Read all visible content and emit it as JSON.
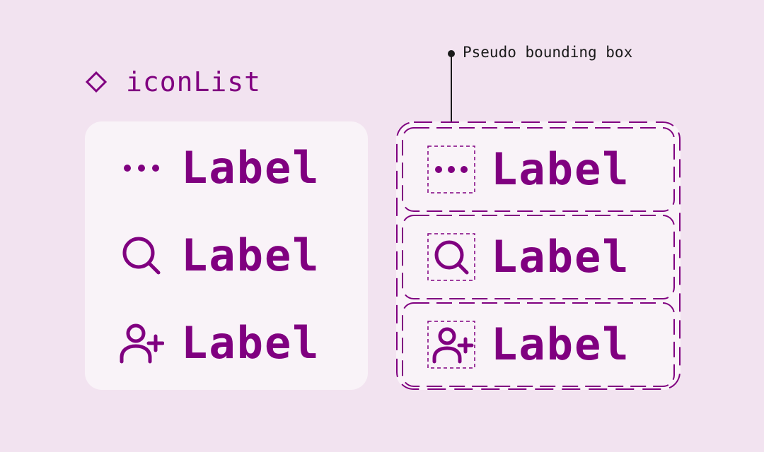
{
  "header": {
    "title": "iconList",
    "title_icon": "diamond-outline-icon"
  },
  "annotation": {
    "text": "Pseudo bounding box"
  },
  "colors": {
    "background": "#f2e3f0",
    "card": "#f9f3f8",
    "accent": "#800080",
    "annotation": "#1a1a1a"
  },
  "list_items": [
    {
      "icon": "more-horizontal-icon",
      "label": "Label"
    },
    {
      "icon": "search-icon",
      "label": "Label"
    },
    {
      "icon": "user-add-icon",
      "label": "Label"
    }
  ]
}
